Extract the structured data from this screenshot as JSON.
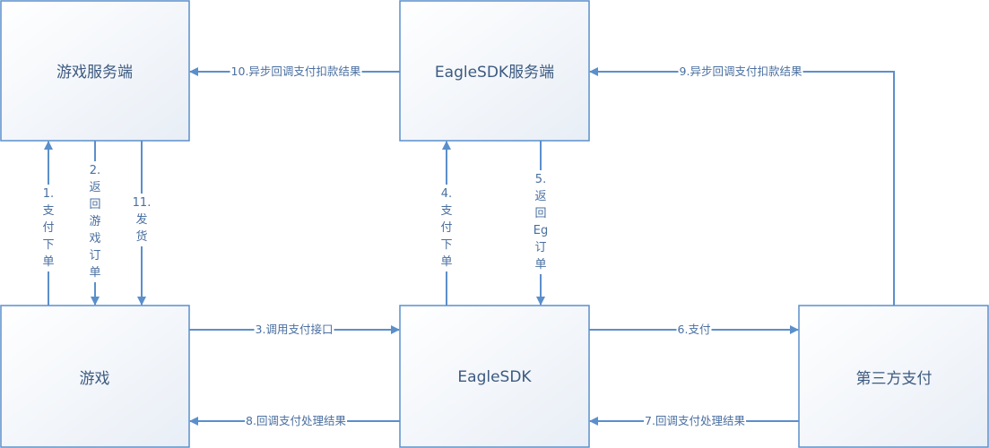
{
  "boxes": {
    "game_server": "游戏服务端",
    "eagle_server": "EagleSDK服务端",
    "game": "游戏",
    "eagle_sdk": "EagleSDK",
    "third_party": "第三方支付"
  },
  "edges": {
    "e1": [
      "1.",
      "支",
      "付",
      "下",
      "单"
    ],
    "e2": [
      "2.",
      "返",
      "回",
      "游",
      "戏",
      "订",
      "单"
    ],
    "e3": "3.调用支付接口",
    "e4": [
      "4.",
      "支",
      "付",
      "下",
      "单"
    ],
    "e5": [
      "5.",
      "返",
      "回",
      "Eg",
      "订",
      "单"
    ],
    "e6": "6.支付",
    "e7": "7.回调支付处理结果",
    "e8": "8.回调支付处理结果",
    "e9": "9.异步回调支付扣款结果",
    "e10": "10.异步回调支付扣款结果",
    "e11": [
      "11.",
      "发",
      "货"
    ]
  },
  "colors": {
    "line": "#5b8fcb",
    "text": "#4a6fa0"
  }
}
